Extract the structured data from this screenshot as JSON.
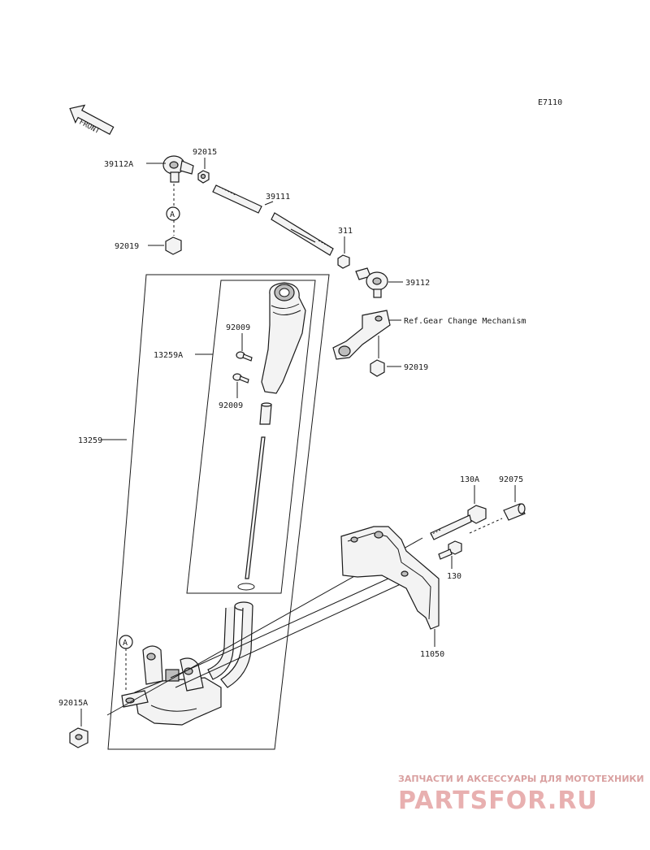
{
  "diagram_code": "E7110",
  "front_label": "FRONT",
  "watermark": {
    "tagline": "ЗАПЧАСТИ И АКСЕССУАРЫ ДЛЯ МОТОТЕХНИКИ",
    "brand": "PARTSFOR.RU"
  },
  "callouts": {
    "c39112A": "39112A",
    "c92015": "92015",
    "c39111": "39111",
    "c311": "311",
    "c39112": "39112",
    "c92019_top": "92019",
    "c92019_right": "92019",
    "ref_gear": "Ref.Gear Change Mechanism",
    "c92009_top": "92009",
    "c13259A": "13259A",
    "c92009_bottom": "92009",
    "c13259": "13259",
    "c130A": "130A",
    "c92075": "92075",
    "c130": "130",
    "c11050": "11050",
    "c92015A": "92015A",
    "marker_a_top": "A",
    "marker_a_bottom": "A"
  }
}
